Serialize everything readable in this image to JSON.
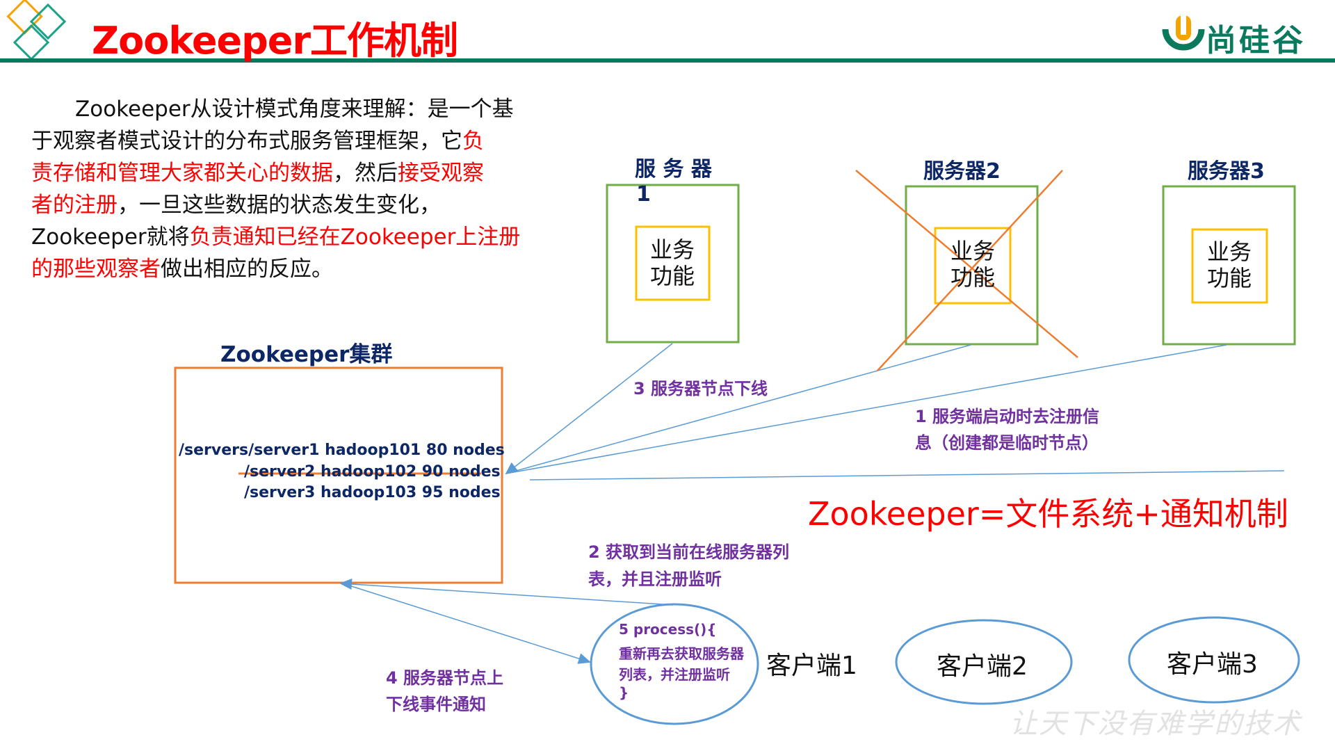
{
  "header": {
    "title": "Zookeeper工作机制",
    "brand": "尚硅谷"
  },
  "intro": {
    "l1": "Zookeeper从设计模式角度来理解：是一个基",
    "l2a": "于观察者模式设计的分布式服务管理框架，它",
    "l2b": "负",
    "l3a": "责存储和管理大家都关心的数据",
    "l3b": "，然后",
    "l3c": "接受观察",
    "l4a": "者的注册",
    "l4b": "，一旦这些数据的状态发生变化，",
    "l5a": "Zookeeper就将",
    "l5b": "负责通知已经在Zookeeper上注册",
    "l6a": "的那些观察者",
    "l6b": "做出相应的反应。"
  },
  "servers": [
    {
      "label": "服 务 器",
      "label2": "1",
      "function_line1": "业务",
      "function_line2": "功能",
      "offline": false
    },
    {
      "label": "服务器2",
      "function_line1": "业务",
      "function_line2": "功能",
      "offline": true
    },
    {
      "label": "服务器3",
      "function_line1": "业务",
      "function_line2": "功能",
      "offline": false
    }
  ],
  "cluster": {
    "label": "Zookeeper集群",
    "nodes": [
      {
        "text": "/servers/server1  hadoop101  80 nodes",
        "removed": false
      },
      {
        "text": "/server2 hadoop102  90 nodes",
        "removed": true
      },
      {
        "text": "/server3 hadoop103  95 nodes",
        "removed": false
      }
    ]
  },
  "steps": {
    "s1_line1": "1  服务端启动时去注册信",
    "s1_line2": "息（创建都是临时节点）",
    "s2_line1": "2  获取到当前在线服务器列",
    "s2_line2": "表，并且注册监听",
    "s3": "3 服务器节点下线",
    "s4_line1": "4  服务器节点上",
    "s4_line2": "下线事件通知",
    "s5_line1": "5 process(){",
    "s5_line2": "重新再去获取服务器",
    "s5_line3": "列表，并注册监听",
    "s5_line4": "}"
  },
  "formula": "Zookeeper=文件系统+通知机制",
  "clients": [
    "客户端1",
    "客户端2",
    "客户端3"
  ],
  "watermark": "让天下没有难学的技术",
  "colors": {
    "title": "#ff0000",
    "brand_green": "#0a7a5e",
    "server_border": "#70ad47",
    "function_border": "#ffc000",
    "cluster_border": "#ed7d31",
    "arrow": "#5b9bd5",
    "step_text": "#7030a0",
    "navy": "#0d2766"
  }
}
